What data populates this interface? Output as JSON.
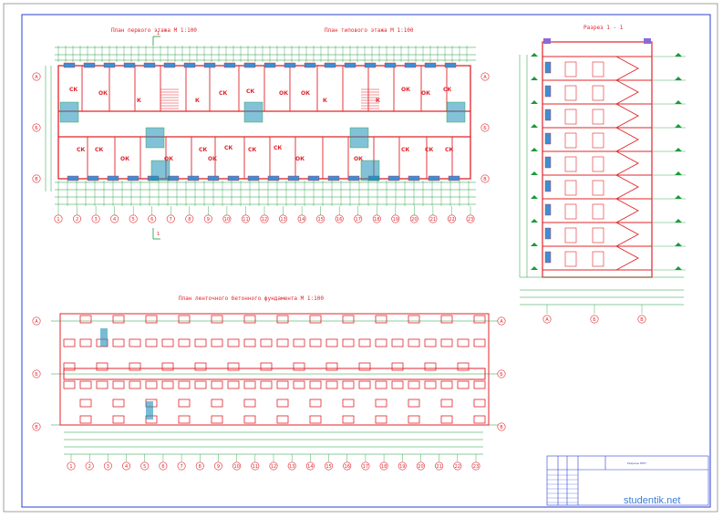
{
  "titles": {
    "plan_first_floor": "План первого этажа М 1:100",
    "plan_typical_floor": "План типового этажа М 1:100",
    "section": "Разрез 1 - 1",
    "foundation_plan": "План ленточного бетонного фундамента М 1:100"
  },
  "room_labels": [
    "СК",
    "ОК",
    "К"
  ],
  "section_marks": [
    "1",
    "1"
  ],
  "row_axes": [
    "А",
    "Б",
    "В"
  ],
  "column_axes": [
    "1",
    "2",
    "3",
    "4",
    "5",
    "6",
    "7",
    "8",
    "9",
    "10",
    "11",
    "12",
    "13",
    "14",
    "15",
    "16",
    "17",
    "18",
    "19",
    "20",
    "21",
    "22",
    "23"
  ],
  "section_axes": [
    "А",
    "Б",
    "В"
  ],
  "stamp": {
    "sheet_label": "Разрезы ППН"
  },
  "watermark": "studentik.net",
  "colors": {
    "frame": "#2a3fd0",
    "wall": "#e0242b",
    "dimension": "#1a9a3a",
    "window": "#3a8fd6",
    "hatch": "#1c8fb8"
  }
}
